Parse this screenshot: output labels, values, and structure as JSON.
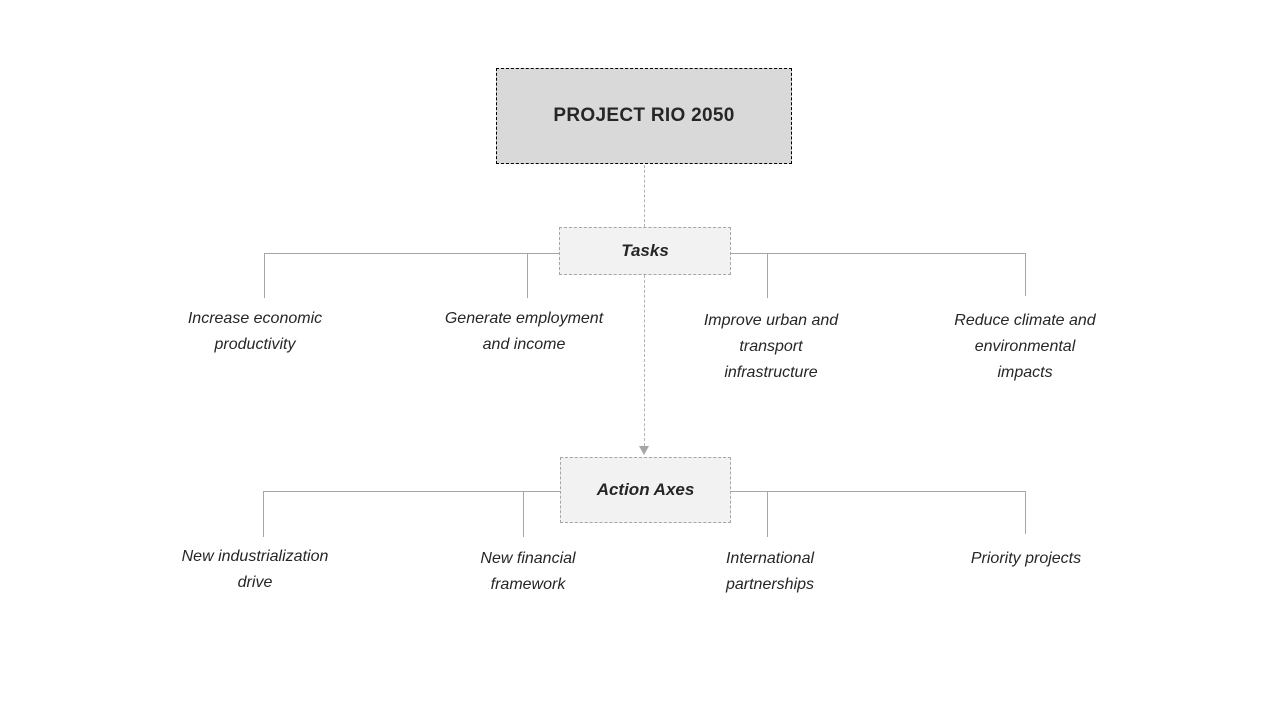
{
  "diagram": {
    "root": {
      "label": "PROJECT RIO 2050"
    },
    "levels": [
      {
        "node": {
          "label": "Tasks"
        },
        "children": [
          {
            "label": "Increase economic\nproductivity"
          },
          {
            "label": "Generate employment\nand income"
          },
          {
            "label": "Improve urban and\ntransport\ninfrastructure"
          },
          {
            "label": "Reduce climate and\nenvironmental\nimpacts"
          }
        ]
      },
      {
        "node": {
          "label": "Action Axes"
        },
        "children": [
          {
            "label": "New industrialization\ndrive"
          },
          {
            "label": "New financial\nframework"
          },
          {
            "label": "International\npartnerships"
          },
          {
            "label": "Priority projects"
          }
        ]
      }
    ]
  },
  "colors": {
    "page_background": "#ffffff",
    "root_fill": "#d9d9d9",
    "root_border": "#000000",
    "node_fill": "#f2f2f2",
    "node_border": "#a6a6a6",
    "line": "#a6a6a6",
    "dashed_line": "#b3b3b3",
    "text": "#262626"
  }
}
